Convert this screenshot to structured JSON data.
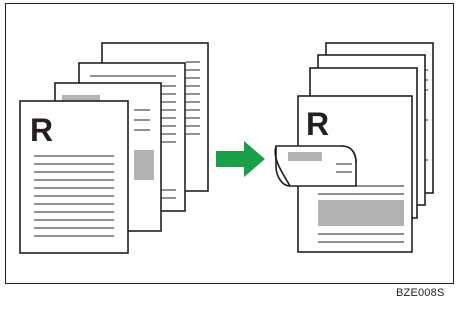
{
  "diagram": {
    "left_sheet_letter": "R",
    "right_sheet_letter": "R",
    "figure_code": "BZE008S",
    "arrow_color": "#1a9e4a",
    "shade_color": "#b3b3b3",
    "line_color": "#231f20"
  }
}
